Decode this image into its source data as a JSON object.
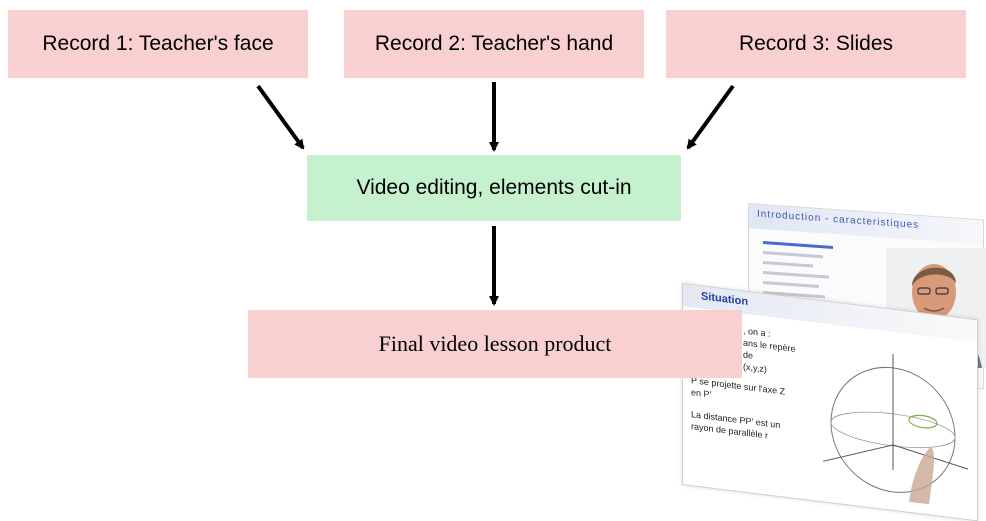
{
  "records": [
    {
      "label": "Record 1: Teacher's face"
    },
    {
      "label": "Record 2: Teacher's hand"
    },
    {
      "label": "Record 3: Slides"
    }
  ],
  "editing_label": "Video editing, elements cut-in",
  "final_label": "Final video lesson product",
  "illustration": {
    "back_slide_title": "Introduction - caracteristiques",
    "front_slide_title": "Situation",
    "front_slide_lines": [
      ", on a :",
      "ans le repère",
      "de",
      "(x,y,z)",
      "P se projette sur l'axe Z",
      "en P'",
      "La distance PP' est un",
      "rayon de parallèle r"
    ]
  },
  "colors": {
    "pink_box": "#f9d0d0",
    "green_box": "#c6f1cf",
    "arrow": "#000000"
  }
}
